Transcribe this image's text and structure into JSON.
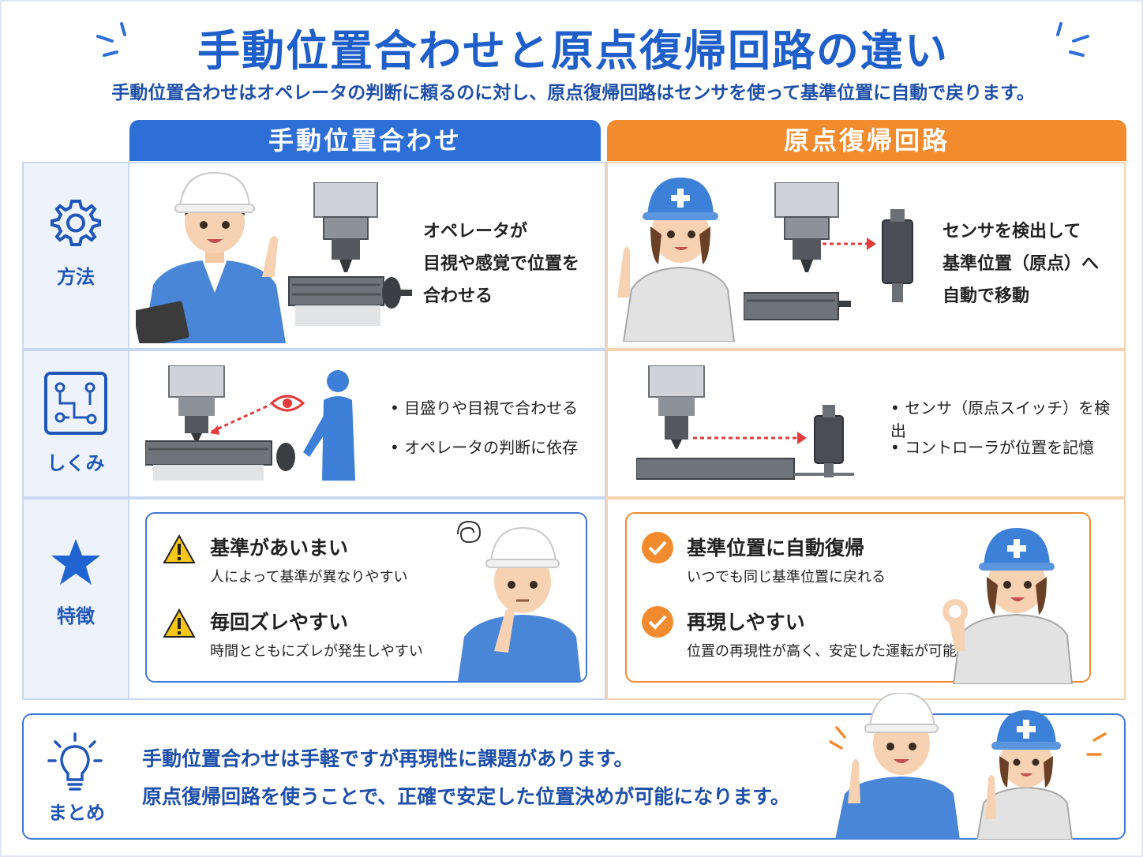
{
  "header": {
    "title": "手動位置合わせと原点復帰回路の違い",
    "subtitle": "手動位置合わせはオペレータの判断に頼るのに対し、原点復帰回路はセンサを使って基準位置に自動で戻ります。"
  },
  "columns": {
    "manual": "手動位置合わせ",
    "homing": "原点復帰回路"
  },
  "rows": {
    "method": {
      "label": "方法",
      "manual": [
        "オペレータが",
        "目視や感覚で位置を",
        "合わせる"
      ],
      "homing": [
        "センサを検出して",
        "基準位置（原点）へ",
        "自動で移動"
      ]
    },
    "mechanism": {
      "label": "しくみ",
      "manual": [
        "• 目盛りや目視で合わせる",
        "• オペレータの判断に依存"
      ],
      "homing": [
        "• センサ（原点スイッチ）を検出",
        "• コントローラが位置を記憶"
      ]
    },
    "features": {
      "label": "特徴",
      "manual": [
        {
          "heading": "基準があいまい",
          "detail": "人によって基準が異なりやすい"
        },
        {
          "heading": "毎回ズレやすい",
          "detail": "時間とともにズレが発生しやすい"
        }
      ],
      "homing": [
        {
          "heading": "基準位置に自動復帰",
          "detail": "いつでも同じ基準位置に戻れる"
        },
        {
          "heading": "再現しやすい",
          "detail": "位置の再現性が高く、安定した運転が可能"
        }
      ]
    }
  },
  "summary": {
    "label": "まとめ",
    "lines": [
      "手動位置合わせは手軽ですが再現性に課題があります。",
      "原点復帰回路を使うことで、正確で安定した位置決めが可能になります。"
    ]
  },
  "colors": {
    "blue": "#2d6fd6",
    "orange": "#f28a2e",
    "red": "#e23b3b",
    "warning": "#f5c518"
  },
  "icons": {
    "method": "gear-icon",
    "mechanism": "circuit-icon",
    "features": "star-icon",
    "summary": "lightbulb-icon"
  }
}
